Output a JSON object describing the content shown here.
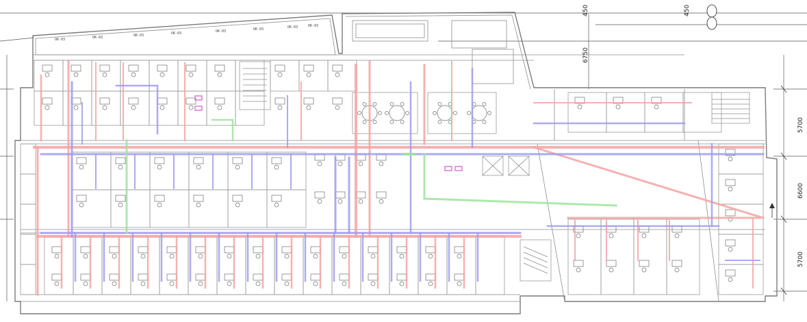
{
  "colors": {
    "supply_duct": "#f4a3a3",
    "return_duct": "#9c9cf0",
    "fresh_air_duct": "#9ee49e",
    "magenta_unit": "#d77bd7",
    "wall": "#7a7a7a",
    "background": "#ffffff"
  },
  "dimensions": {
    "top_450_a": "450",
    "top_450_b": "450",
    "left_6750": "6750",
    "right_5700_top": "5700",
    "right_6600": "6600",
    "right_5700_bottom": "5700"
  },
  "grid_bubbles": {
    "top_right_a": "",
    "top_right_b": ""
  },
  "window_tags": [
    "OK-03",
    "OK-03",
    "OK-03",
    "OK-03",
    "OK-03",
    "OK-03",
    "OK-03",
    "OK-03"
  ],
  "icons": {
    "north": "north-arrow-icon"
  }
}
